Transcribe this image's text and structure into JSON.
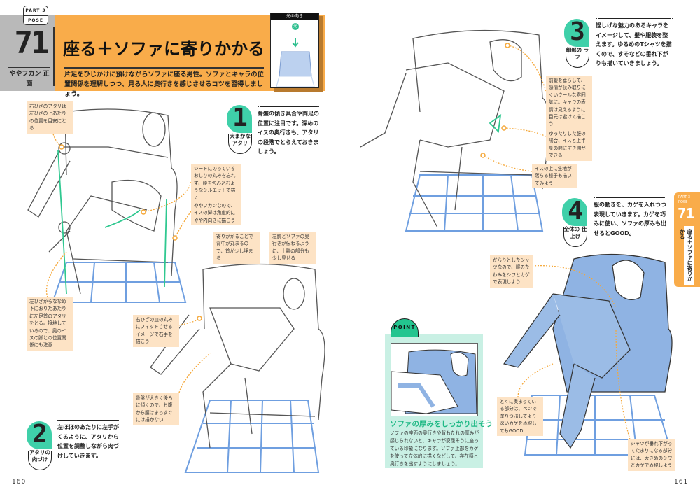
{
  "header": {
    "part": "PART 3",
    "pose": "POSE",
    "number": "71",
    "angle": "ややフカン 正面",
    "title": "座る＋ソファに寄りかかる",
    "description": "片足をひじかけに預けながらソファに座る男性。ソファとキャラの位置関係を理解しつつ、見る人に奥行きを感じさせるコツを習得しましょう。",
    "light_label": "光の向き",
    "light_marker": "光"
  },
  "steps": [
    {
      "num": "1",
      "label": "大まかな アタリ",
      "text": "骨盤の傾き具合や両足の位置に注目です。深めのイスの奥行きも、アタリの段階でとらえておきましょう。"
    },
    {
      "num": "2",
      "label": "アタリの 肉づけ",
      "text": "左ほほのあたりに左手がくるように、アタリから位置を調整しながら肉づけしていきます。"
    },
    {
      "num": "3",
      "label": "細部の ラフ",
      "text": "怪しげな魅力のあるキャラをイメージして、髪や服装を整えます。ゆるめのTシャツを描くので、すそなどの垂れ下がりも描いていきましょう。"
    },
    {
      "num": "4",
      "label": "全体の 仕上げ",
      "text": "服の動きを、カゲを入れつつ表現していきます。カゲを巧みに使い、ソファの厚みも出せるとGOOD。"
    }
  ],
  "notes": [
    "右ひざのアタリは左ひざの上あたりの位置を目安にとる",
    "シートにのっているおしりの丸みを忘れず、腰を包み込むようなシルエットで描く",
    "ややフカンなので、イスの脚は角度的にやや内向きに描こう",
    "寄りかかることで背中が丸まるので、首が少し埋まる",
    "左腕とソファの奥行きが伝わるように、上腕の部分も少し見せる",
    "左ひざからななめ下におりたあたりに左足首のアタリをとる。接地しているので、奥のイスの脚との位置関係にも注意",
    "右ひざの皿の丸みにフィットさせるイメージで右手を描こう",
    "骨盤が大きく後ろに傾くので、お腹から腰はまっすぐには描かない",
    "前髪を垂らして、感情が読み取りにくいクールな雰囲気に。キャラの表情は見えるように目元は避けて描こう",
    "ゆったりした服の場合、イスと上半身の間にすき間ができる",
    "イスの上に生地が落ちる様子も描いてみよう",
    "だらりとしたシャツなので、服のたわみをシワとカゲで表現しよう",
    "とくに奥まっている部分は、ペンで塗りつぶしてより深いカゲを表現してもGOOD",
    "シャツが垂れ下がってたまりになる部分には、大きめのシワとカゲで表現しよう"
  ],
  "point": {
    "badge": "POINT",
    "title": "ソファの厚みをしっかり出そう",
    "text": "ソファの座面の奥行きや背もたれの厚みが感じられないと、キャラが窮屈そうに座っている印象になります。ソファ上部をカゲを使って立体的に描くなどして、存在感と奥行きを出すようにしましょう。"
  },
  "side_tab": {
    "part": "PART 3",
    "pose": "POSE",
    "number": "71",
    "title": "座る＋ソファに寄りかかる"
  },
  "pages": {
    "left": "160",
    "right": "161"
  },
  "colors": {
    "orange": "#f9ac4a",
    "mint": "#3fd0a9",
    "note_bg": "#fde3c5",
    "grid_blue": "#6f9fe0",
    "shade_blue": "#8fb3e3"
  }
}
